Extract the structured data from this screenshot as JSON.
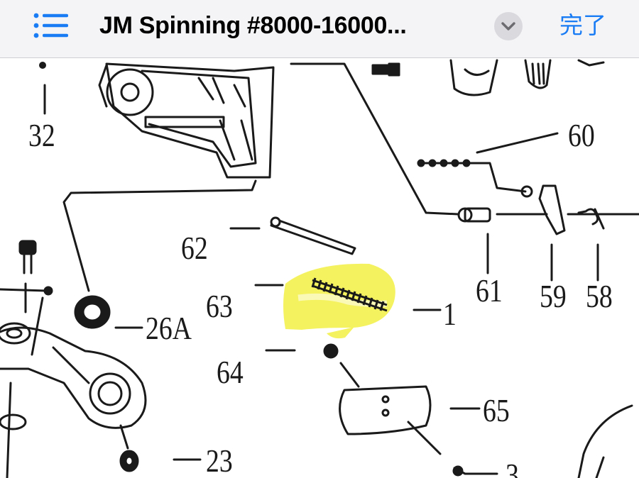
{
  "nav": {
    "title": "JM Spinning #8000-16000...",
    "done_label": "完了",
    "list_icon": "list-icon",
    "dropdown_icon": "chevron-down-icon",
    "accent_color": "#1a7cf4"
  },
  "diagram": {
    "part_numbers": {
      "p32": "32",
      "p60": "60",
      "p62": "62",
      "p63": "63",
      "p1": "1",
      "p61": "61",
      "p59": "59",
      "p58": "58",
      "p26a": "26A",
      "p64": "64",
      "p65": "65",
      "p23": "23",
      "p3": "3"
    },
    "highlight_color": "#f2ef3a"
  }
}
